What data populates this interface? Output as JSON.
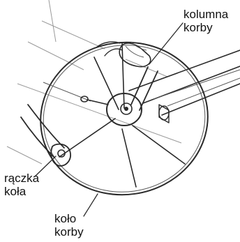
{
  "labels": {
    "crank_column": [
      "kolumna",
      "korby"
    ],
    "wheel_handle": [
      "rączka",
      "koła"
    ],
    "crank_wheel": [
      "koło",
      "korby"
    ]
  }
}
